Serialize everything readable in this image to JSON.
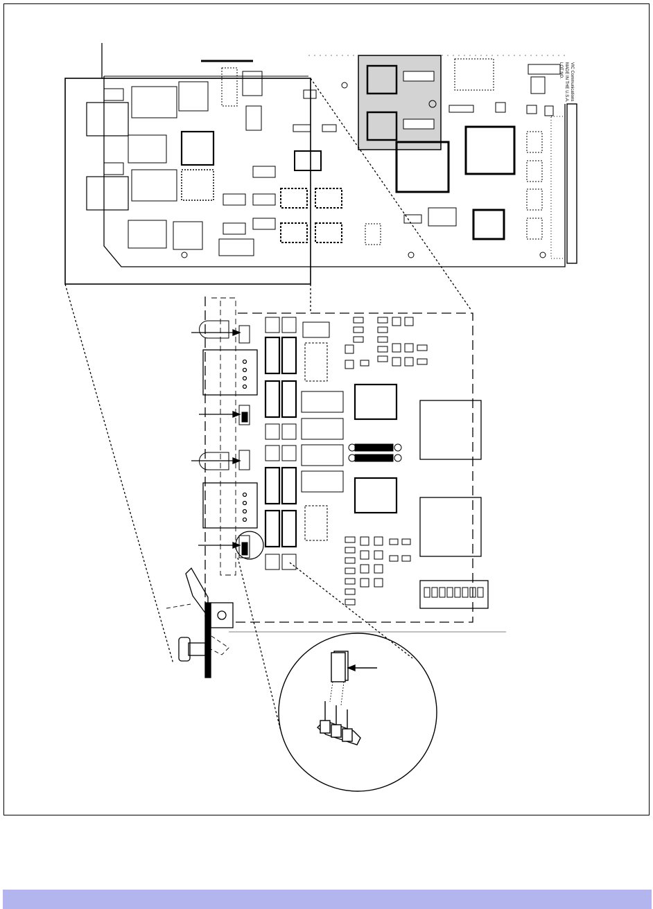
{
  "page": {
    "background": "#ffffff",
    "line_color": "#000000",
    "band_color": "#b3b6ee",
    "shade_color": "#d3d3d3"
  },
  "board": {
    "silkscreen": [
      "VIC Communications",
      "MADE IN THE U.S.A.",
      "LOT NO."
    ],
    "icons": [
      "pcb-board-icon",
      "rj45-jack-icon",
      "led-icon",
      "jumper-header-icon",
      "dip-switch-icon",
      "relay-icon",
      "ic-chip-icon",
      "edge-connector-icon"
    ]
  },
  "detail": {
    "icons": [
      "jumper-arrow-icon",
      "jumper-shunt-icon",
      "three-pin-header-icon",
      "faceplate-bracket-icon"
    ]
  }
}
